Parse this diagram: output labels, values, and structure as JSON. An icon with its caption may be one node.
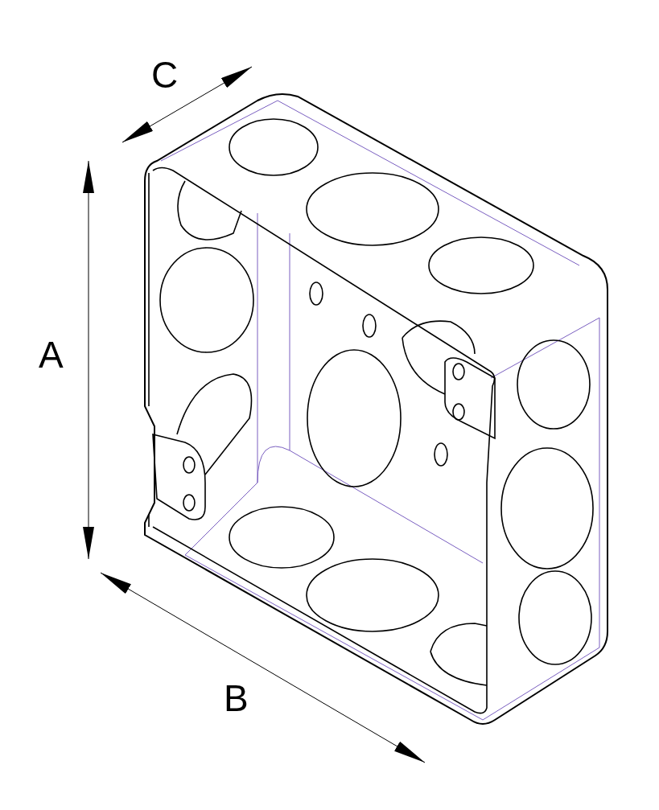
{
  "diagram": {
    "labels": [
      "C",
      "A",
      "B"
    ]
  }
}
